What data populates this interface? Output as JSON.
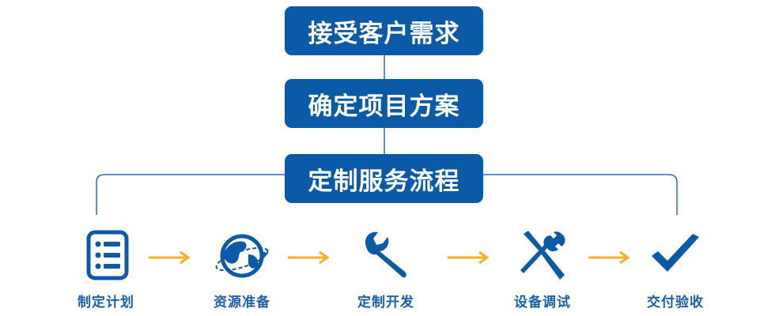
{
  "boxes": [
    "接受客户需求",
    "确定项目方案",
    "定制服务流程"
  ],
  "steps": [
    {
      "label": "制定计划",
      "icon": "checklist-icon"
    },
    {
      "label": "资源准备",
      "icon": "globe-icon"
    },
    {
      "label": "定制开发",
      "icon": "wrench-icon"
    },
    {
      "label": "设备调试",
      "icon": "tools-icon"
    },
    {
      "label": "交付验收",
      "icon": "checkmark-icon"
    }
  ],
  "colors": {
    "primary": "#0a5aa8",
    "line": "#1a5fa8",
    "arrow": "#f2b12a"
  }
}
